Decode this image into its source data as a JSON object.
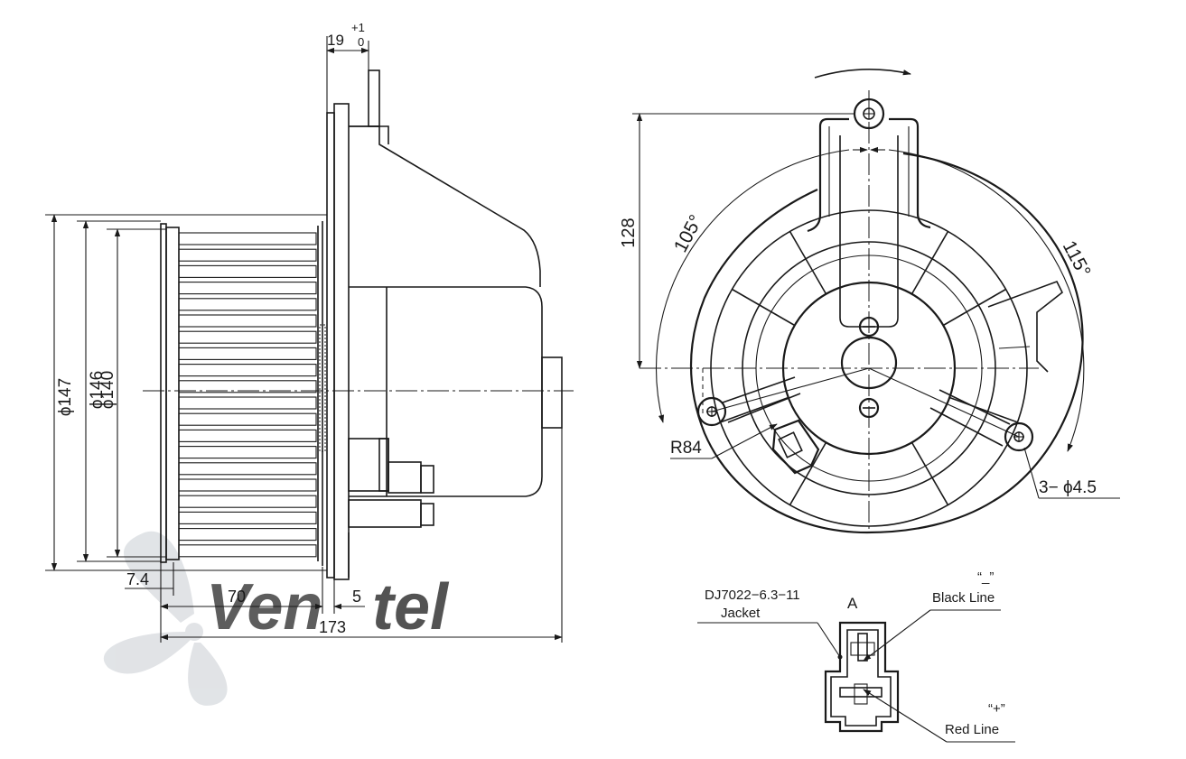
{
  "side_view": {
    "dims": {
      "shaft_offset_main": "19",
      "shaft_offset_tol_upper": "+1",
      "shaft_offset_tol_lower": "0",
      "dia_outer": "ϕ147",
      "dia_mid": "ϕ146",
      "dia_inner": "ϕ140",
      "flange_gap": "7.4",
      "wheel_length": "70",
      "plate_thickness": "5",
      "overall_length": "173"
    }
  },
  "front_view": {
    "dims": {
      "height_to_hole": "128",
      "angle_left": "105°",
      "angle_right": "115°",
      "radius": "R84",
      "holes": "3− ϕ4.5"
    }
  },
  "connector_detail": {
    "part_no": "DJ7022−6.3−11",
    "part_desc": "Jacket",
    "view_label": "A",
    "neg_symbol": "“_”",
    "neg_label": "Black Line",
    "pos_symbol": "“+”",
    "pos_label": "Red Line"
  },
  "watermark": {
    "text_dark": "Ven",
    "text_light": "tel",
    "color_dark": "#c9cdd3",
    "color_light": "#a9c8e8"
  }
}
